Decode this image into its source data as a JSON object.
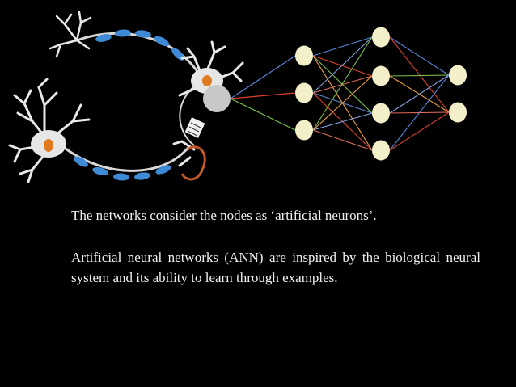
{
  "colors": {
    "background": "#000000",
    "text": "#f2f2f2",
    "node_fill": "#f3efc9",
    "central_node": "#c8c8c8",
    "axon_segment": "#3f8ad4",
    "nucleus": "#e07a21",
    "edge_palette": [
      "#5a86d8",
      "#e0402a",
      "#79c146",
      "#f2a23a",
      "#8aa7e8",
      "#e26b5a"
    ]
  },
  "text": {
    "line1": "The networks consider the nodes as ‘artificial neurons’.",
    "paragraph2": "Artificial neural networks (ANN) are inspired by the biological neural system and its ability to learn through examples."
  },
  "network": {
    "layers": [
      3,
      4,
      2
    ]
  }
}
